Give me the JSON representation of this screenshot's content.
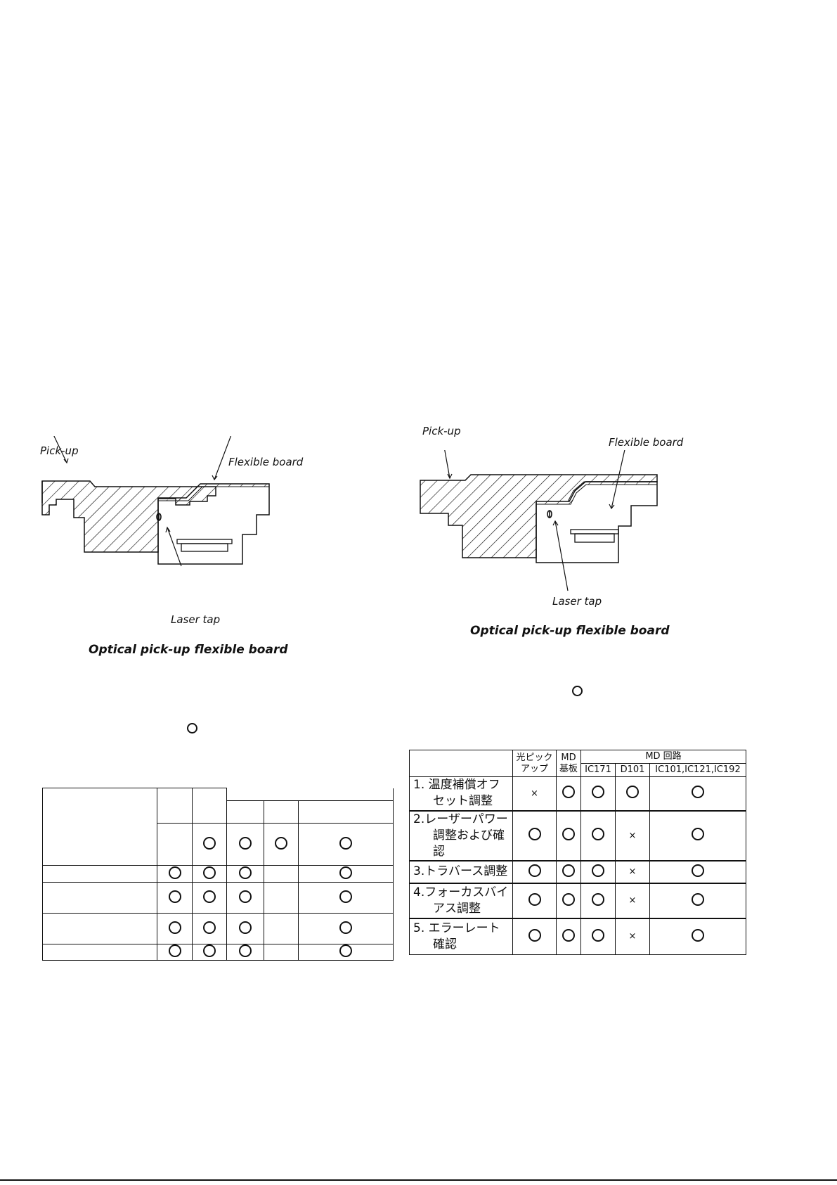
{
  "left_figure": {
    "pickup_label": "Pick-up",
    "flexible_label": "Flexible board",
    "laser_label": "Laser tap",
    "caption": "Optical pick-up flexible board"
  },
  "right_figure": {
    "pickup_label": "Pick-up",
    "flexible_label": "Flexible board",
    "laser_label": "Laser tap",
    "caption": "Optical pick-up flexible board"
  },
  "right_table": {
    "header": {
      "pickup": "光ピック\nアップ",
      "md_board": "MD\n基板",
      "md_circuit": "MD 回路",
      "sub": [
        "IC171",
        "D101",
        "IC101,IC121,IC192"
      ]
    },
    "rows": [
      {
        "line1": "1. 温度補償オフ",
        "line2": "セット調整",
        "marks": [
          "×",
          "○",
          "○",
          "○",
          "○"
        ]
      },
      {
        "line1": "2.レーザーパワー",
        "line2": "調整および確認",
        "marks": [
          "○",
          "○",
          "○",
          "×",
          "○"
        ]
      },
      {
        "line1": "3.トラバース調整",
        "line2": "",
        "marks": [
          "○",
          "○",
          "○",
          "×",
          "○"
        ]
      },
      {
        "line1": "4.フォーカスバイ",
        "line2": "アス調整",
        "marks": [
          "○",
          "○",
          "○",
          "×",
          "○"
        ]
      },
      {
        "line1": "5. エラーレート",
        "line2": "確認",
        "marks": [
          "○",
          "○",
          "○",
          "×",
          "○"
        ]
      }
    ]
  },
  "left_table": {
    "rows": [
      [
        "",
        "○",
        "○",
        "○",
        "○"
      ],
      [
        "○",
        "○",
        "○",
        "",
        "○"
      ],
      [
        "○",
        "○",
        "○",
        "",
        "○"
      ],
      [
        "○",
        "○",
        "○",
        "",
        "○"
      ],
      [
        "○",
        "○",
        "○",
        "",
        "○"
      ]
    ]
  }
}
